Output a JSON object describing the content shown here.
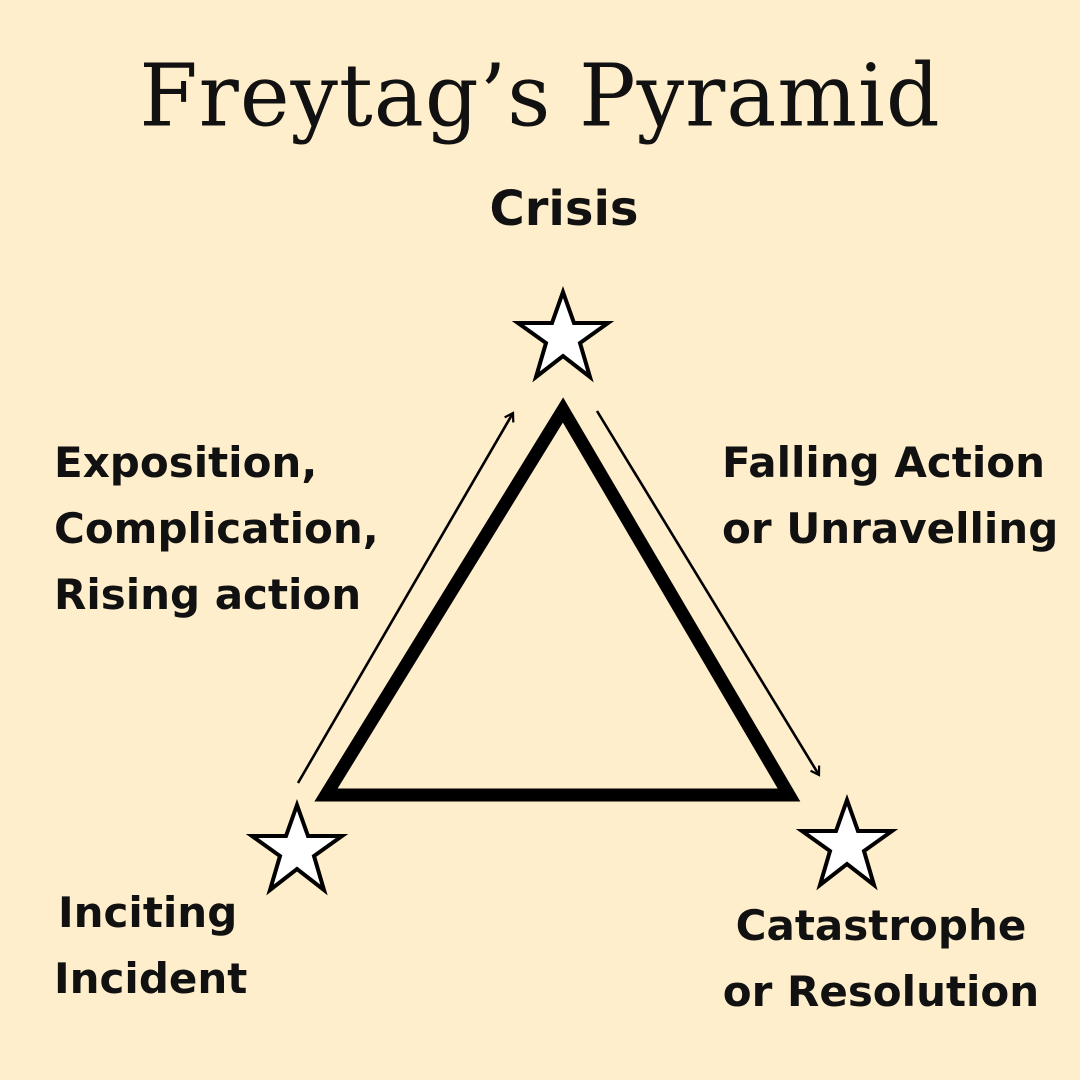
{
  "title": "Freytag’s Pyramid",
  "background_color": "#FFEECB",
  "stages": {
    "crisis": {
      "lines": [
        "Crisis"
      ],
      "icon": "star-icon"
    },
    "rising": {
      "lines": [
        "Exposition,",
        "Complication,",
        "Rising action"
      ],
      "arrow": "arrow-up-right"
    },
    "falling": {
      "lines": [
        "Falling Action",
        "or Unravelling"
      ],
      "arrow": "arrow-down-right"
    },
    "inciting": {
      "lines": [
        "Inciting",
        "Incident"
      ],
      "icon": "star-icon"
    },
    "catastrophe": {
      "lines": [
        "Catastrophe",
        "or Resolution"
      ],
      "icon": "star-icon"
    }
  },
  "shape": {
    "type": "triangle",
    "stroke_color": "#000000",
    "star_fill": "#FFFFFF"
  }
}
